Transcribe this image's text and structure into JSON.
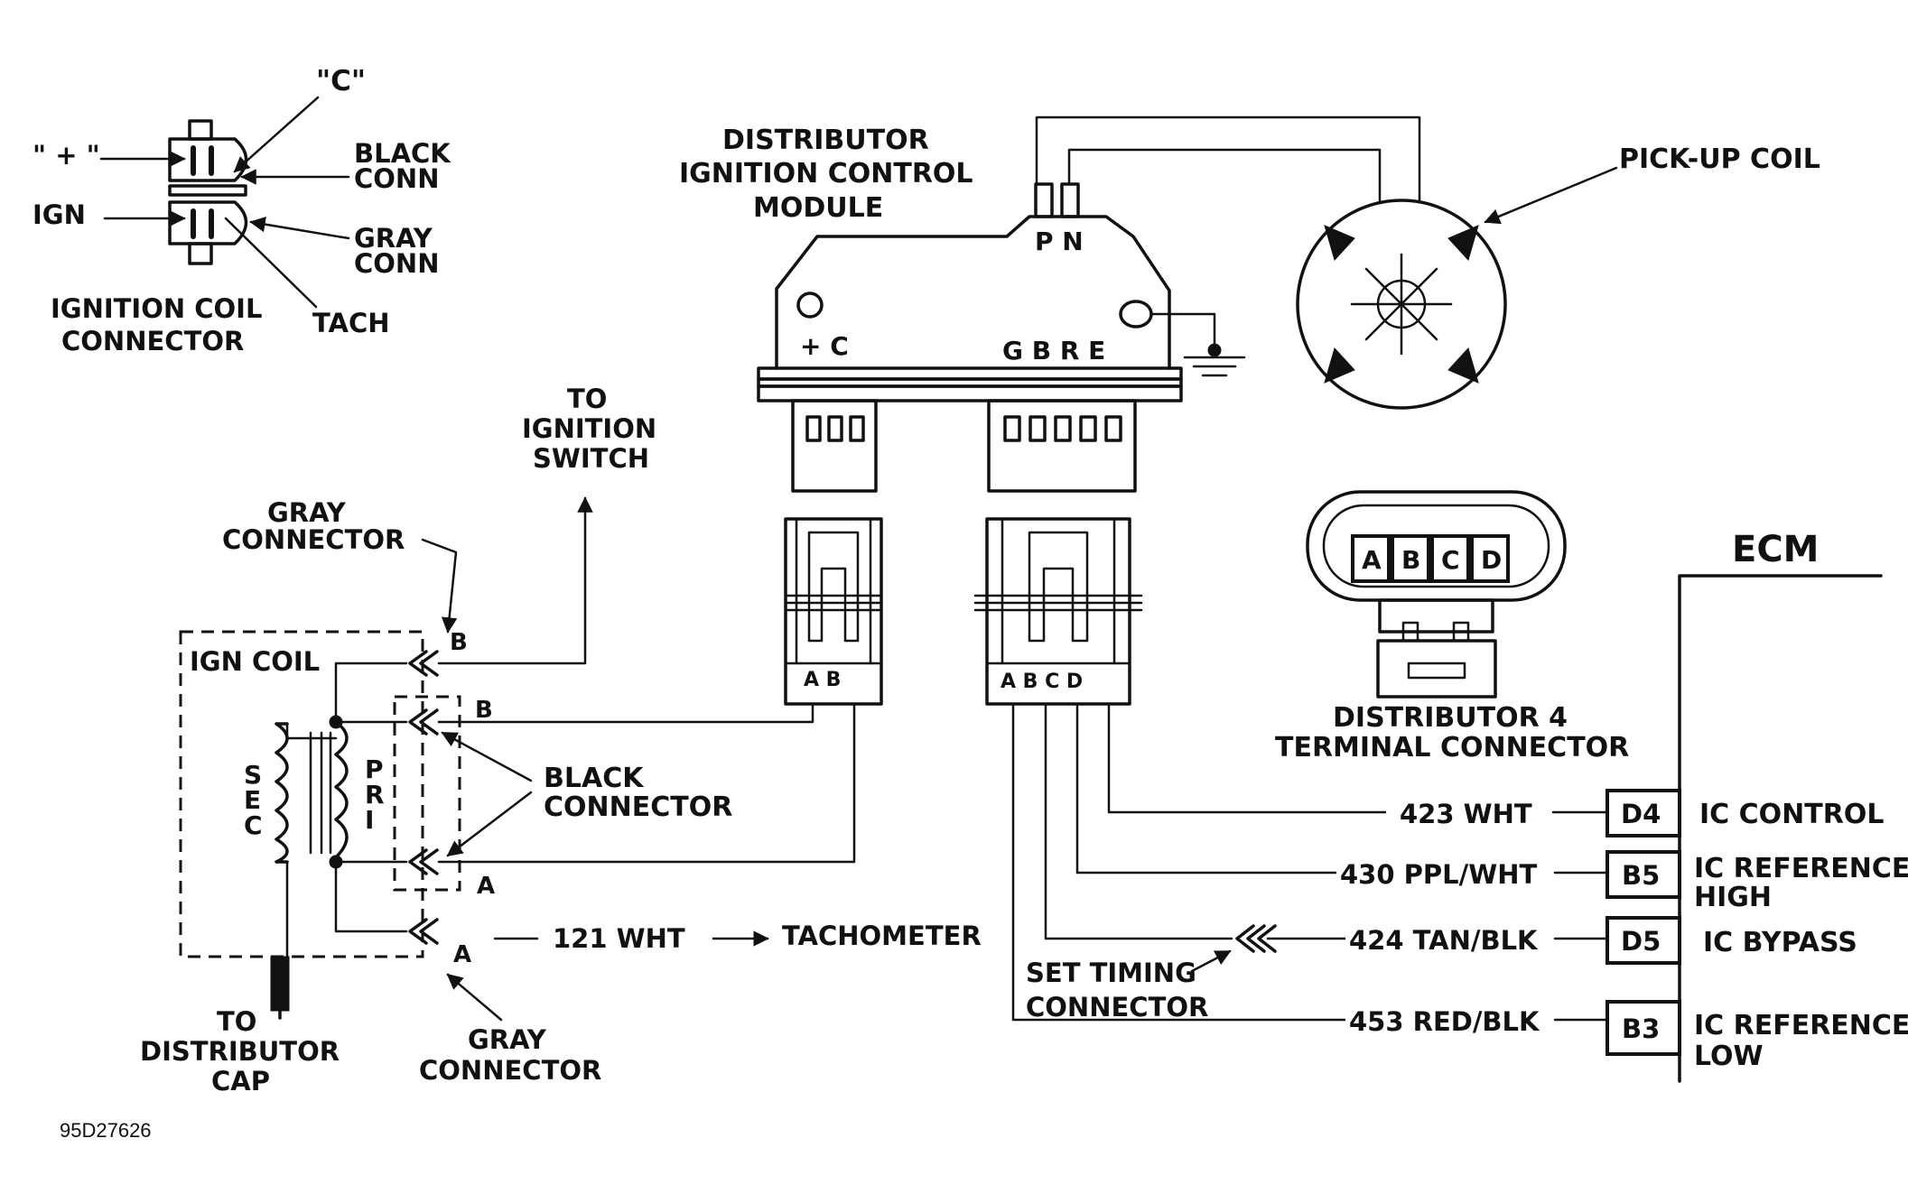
{
  "coil_connector": {
    "label_c": "\"C\"",
    "label_plus": "\" + \"",
    "label_ign": "IGN",
    "label_black_conn": [
      "BLACK",
      "CONN"
    ],
    "label_gray_conn": [
      "GRAY",
      "CONN"
    ],
    "label_tach": "TACH",
    "title": [
      "IGNITION COIL",
      "CONNECTOR"
    ]
  },
  "module": {
    "title": [
      "DISTRIBUTOR",
      "IGNITION CONTROL",
      "MODULE"
    ],
    "pins_top": "P N",
    "pins_left": "+  C",
    "pins_right": "G B R E"
  },
  "pickup": {
    "label": "PICK-UP COIL"
  },
  "ignition_switch": {
    "label": [
      "TO",
      "IGNITION",
      "SWITCH"
    ]
  },
  "gray_connector_top": {
    "label": [
      "GRAY",
      "CONNECTOR"
    ]
  },
  "gray_connector_bottom": {
    "label": [
      "GRAY",
      "CONNECTOR"
    ]
  },
  "ign_coil": {
    "label": "IGN COIL",
    "sec": [
      "S",
      "E",
      "C"
    ],
    "pri": [
      "P",
      "R",
      "I"
    ],
    "pin_b_gray": "B",
    "pin_b_black": "B",
    "pin_a_black": "A",
    "pin_a_gray": "A"
  },
  "black_connector": {
    "label": [
      "BLACK",
      "CONNECTOR"
    ]
  },
  "tach_wire": {
    "wire": "121 WHT",
    "dest": "TACHOMETER"
  },
  "dist_cap": {
    "label": [
      "TO",
      "DISTRIBUTOR",
      "CAP"
    ]
  },
  "plug_left": {
    "pins": "A  B"
  },
  "plug_right": {
    "pins": "A B C D"
  },
  "four_term": {
    "pins": [
      "A",
      "B",
      "C",
      "D"
    ],
    "label": [
      "DISTRIBUTOR 4",
      "TERMINAL CONNECTOR"
    ]
  },
  "ecm": {
    "title": "ECM",
    "circuits": [
      {
        "wire": "423 WHT",
        "pin": "D4",
        "function": [
          "IC CONTROL"
        ]
      },
      {
        "wire": "430 PPL/WHT",
        "pin": "B5",
        "function": [
          "IC REFERENCE",
          "HIGH"
        ]
      },
      {
        "wire": "424 TAN/BLK",
        "pin": "D5",
        "function": [
          "IC BYPASS"
        ]
      },
      {
        "wire": "453 RED/BLK",
        "pin": "B3",
        "function": [
          "IC REFERENCE",
          "LOW"
        ]
      }
    ]
  },
  "set_timing": {
    "label": [
      "SET TIMING",
      "CONNECTOR"
    ]
  },
  "figure_id": "95D27626"
}
